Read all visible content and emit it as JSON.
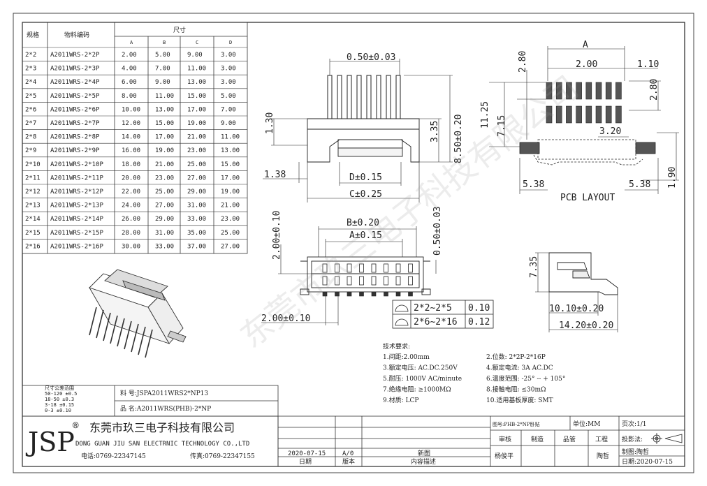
{
  "spec_table": {
    "header": {
      "spec": "规格",
      "part": "物料编码",
      "size": "尺寸",
      "A": "A",
      "B": "B",
      "C": "C",
      "D": "D"
    },
    "rows": [
      [
        "2*2",
        "A2011WRS-2*2P",
        "2.00",
        "5.00",
        "9.00",
        "3.00"
      ],
      [
        "2*3",
        "A2011WRS-2*3P",
        "4.00",
        "7.00",
        "11.00",
        "3.00"
      ],
      [
        "2*4",
        "A2011WRS-2*4P",
        "6.00",
        "9.00",
        "13.00",
        "3.00"
      ],
      [
        "2*5",
        "A2011WRS-2*5P",
        "8.00",
        "11.00",
        "15.00",
        "5.00"
      ],
      [
        "2*6",
        "A2011WRS-2*6P",
        "10.00",
        "13.00",
        "17.00",
        "7.00"
      ],
      [
        "2*7",
        "A2011WRS-2*7P",
        "12.00",
        "15.00",
        "19.00",
        "9.00"
      ],
      [
        "2*8",
        "A2011WRS-2*8P",
        "14.00",
        "17.00",
        "21.00",
        "11.00"
      ],
      [
        "2*9",
        "A2011WRS-2*9P",
        "16.00",
        "19.00",
        "23.00",
        "13.00"
      ],
      [
        "2*10",
        "A2011WRS-2*10P",
        "18.00",
        "21.00",
        "25.00",
        "15.00"
      ],
      [
        "2*11",
        "A2011WRS-2*11P",
        "20.00",
        "23.00",
        "27.00",
        "17.00"
      ],
      [
        "2*12",
        "A2011WRS-2*12P",
        "22.00",
        "25.00",
        "29.00",
        "19.00"
      ],
      [
        "2*13",
        "A2011WRS-2*13P",
        "24.00",
        "27.00",
        "31.00",
        "21.00"
      ],
      [
        "2*14",
        "A2011WRS-2*14P",
        "26.00",
        "29.00",
        "33.00",
        "23.00"
      ],
      [
        "2*15",
        "A2011WRS-2*15P",
        "28.00",
        "31.00",
        "35.00",
        "25.00"
      ],
      [
        "2*16",
        "A2011WRS-2*16P",
        "30.00",
        "33.00",
        "37.00",
        "27.00"
      ]
    ]
  },
  "dims": {
    "pitch_top": "0.50±0.03",
    "h130": "1.30",
    "h335": "3.35",
    "h850": "8.50±0.20",
    "w138": "1.38",
    "d": "D±0.15",
    "c": "C±0.25",
    "b": "B±0.20",
    "a": "A±0.15",
    "h200": "2.00±0.10",
    "h050": "0.50±0.03",
    "w200": "2.00±0.10",
    "pcb_a": "A",
    "pcb_280a": "2.80",
    "pcb_200": "2.00",
    "pcb_110": "1.10",
    "pcb_280b": "2.80",
    "pcb_1125": "11.25",
    "pcb_715": "7.15",
    "pcb_320": "3.20",
    "pcb_538a": "5.38",
    "pcb_538b": "5.38",
    "pcb_190": "1.90",
    "pcb_title": "PCB LAYOUT",
    "side_735": "7.35",
    "side_1010": "10.10±0.20",
    "side_1420": "14.20±0.20"
  },
  "flatness": [
    {
      "range": "2*2~2*5",
      "value": "0.10"
    },
    {
      "range": "2*6~2*16",
      "value": "0.12"
    }
  ],
  "watermark": "东莞市玖三电子科技有限公司",
  "tech": {
    "title": "技术要求:",
    "items": [
      [
        "1.间距:2.00mm",
        "2.位数: 2*2P-2*16P"
      ],
      [
        "3.额定电压: AC.DC.250V",
        "4.额定电流: 3A AC.DC"
      ],
      [
        "5.耐压: 1000V AC/minute",
        "6.温度范围: -25° -- + 105°"
      ],
      [
        "7.绝缘电阻: ≥1000MΩ",
        "8.接触电阻: ≤30mΩ"
      ],
      [
        "9.材质: LCP",
        "10.适用基板厚度: SMT"
      ]
    ]
  },
  "tolerance": {
    "title": "尺寸公差范围",
    "rows": [
      "50-120  ±0.5",
      "18-50   ±0.3",
      "3-18    ±0.15",
      "0-3     ±0.10"
    ]
  },
  "material_no": "料  号:JSPA2011WRS2*NP13",
  "product_name": "品  名:A2011WRS(PHB)-2*NP",
  "company": {
    "logo": "JSP",
    "reg": "®",
    "name_cn": "东莞市玖三电子科技有限公司",
    "name_en": "DONG GUAN JIU SAN ELECTRNIC TECHNOLOGY CO.,LTD",
    "phone": "电话:0769-22347145",
    "fax": "传真:0769-22347155"
  },
  "revision": {
    "date": "2020-07-15",
    "version": "A/0",
    "desc": "新图",
    "h_date": "日期",
    "h_version": "版本",
    "h_desc": "内容描述"
  },
  "titleblock": {
    "drawing_no": "图号:PHB-2*NP卧贴",
    "unit": "单位:MM",
    "page": "页次:1/1",
    "check": "审核",
    "draft": "制造",
    "qc": "品管",
    "eng": "工程",
    "projection": "投影法:",
    "checker": "杨俊平",
    "engineer": "陶哲",
    "maker": "制图:陶哲",
    "date": "日期:2020-07-15"
  }
}
